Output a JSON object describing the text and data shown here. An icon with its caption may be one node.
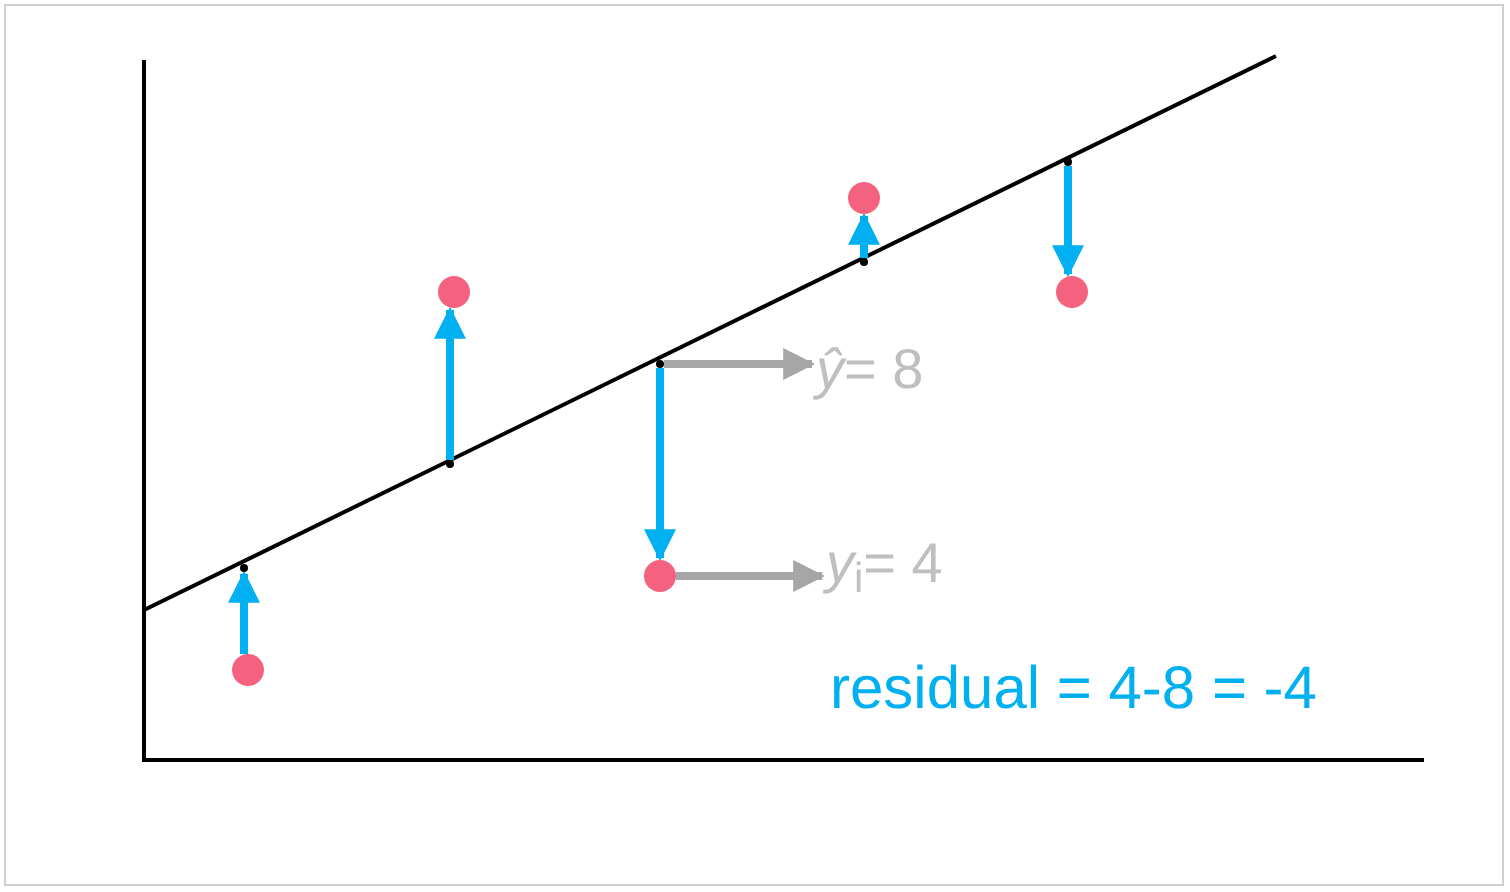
{
  "diagram": {
    "nodes": [
      {
        "text": [],
        "shape": "circle"
      },
      {
        "text": [],
        "shape": "circle"
      },
      {
        "text": [],
        "shape": "circle"
      },
      {
        "text": [],
        "shape": "circle"
      },
      {
        "text": [],
        "shape": "circle"
      },
      {
        "text": [],
        "shape": "point"
      },
      {
        "text": [],
        "shape": "point"
      },
      {
        "text": [],
        "shape": "point"
      },
      {
        "text": [],
        "shape": "point"
      },
      {
        "text": [],
        "shape": "point"
      },
      {
        "text": [
          "*ŷ*= 8"
        ]
      },
      {
        "text": [
          "*y*$_{i}$= 4"
        ]
      }
    ],
    "edges": [
      {
        "from": 0,
        "to": 5,
        "arrow": "to"
      },
      {
        "from": 6,
        "to": 1,
        "arrow": "to"
      },
      {
        "from": 7,
        "to": 2,
        "arrow": "to"
      },
      {
        "from": 8,
        "to": 3,
        "arrow": "to"
      },
      {
        "from": 9,
        "to": 4,
        "arrow": "to"
      },
      {
        "from": 7,
        "to": 10,
        "arrow": "to",
        "color": "#a6a6a6"
      },
      {
        "from": 2,
        "to": 11,
        "arrow": "to",
        "color": "#a6a6a6"
      }
    ],
    "labels": [
      "residual = 4-8 = -4"
    ]
  }
}
